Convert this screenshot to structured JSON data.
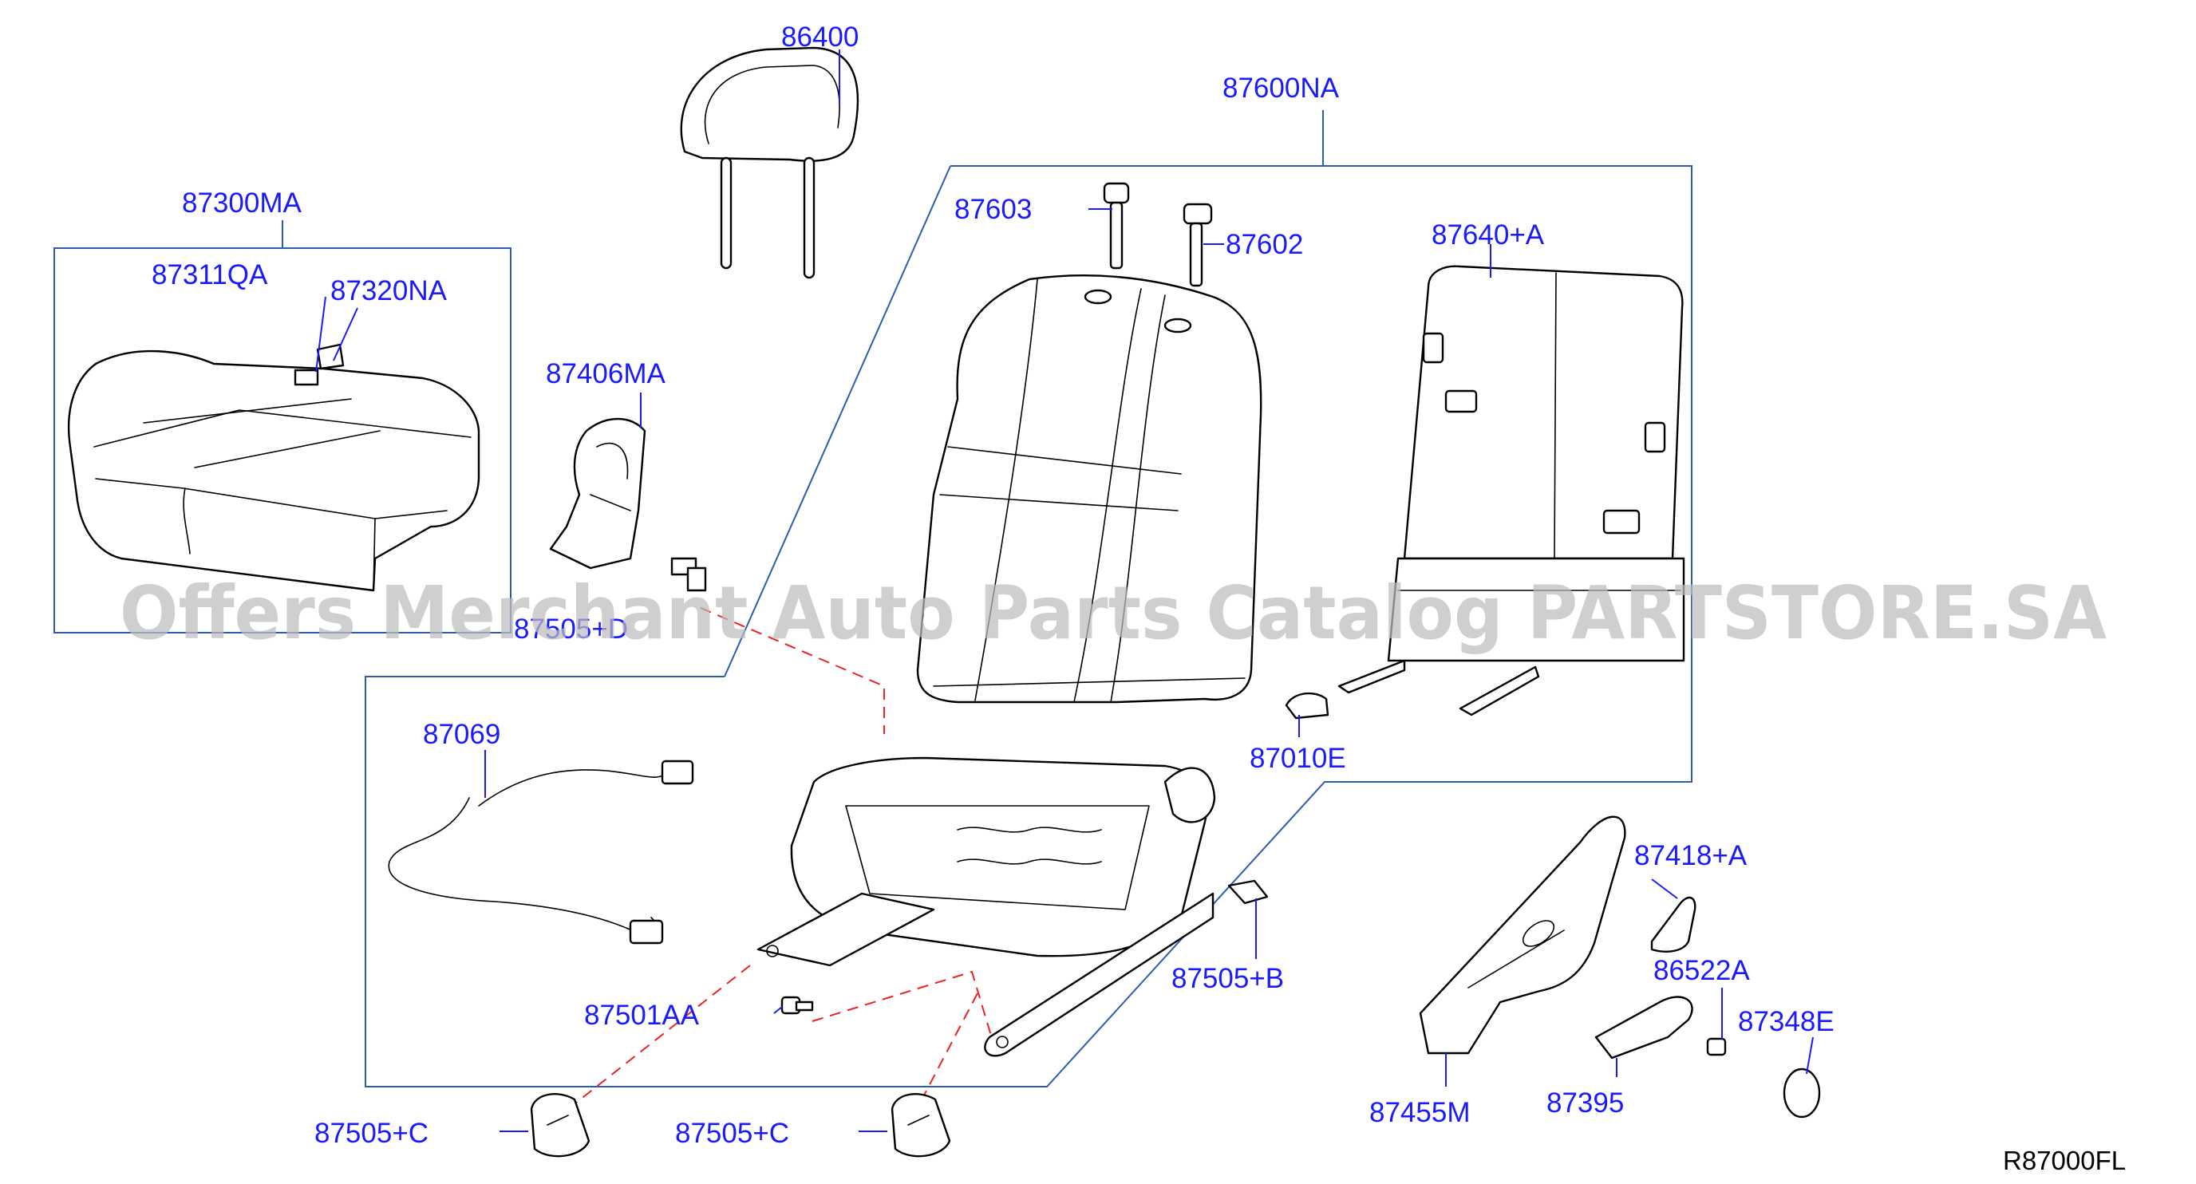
{
  "labels": {
    "p86400": "86400",
    "p87600NA": "87600NA",
    "p87300MA": "87300MA",
    "p87311QA": "87311QA",
    "p87320NA": "87320NA",
    "p87603": "87603",
    "p87602": "87602",
    "p87640A": "87640+A",
    "p87406MA": "87406MA",
    "p87505D": "87505+D",
    "p87069": "87069",
    "p87010E": "87010E",
    "p87418A": "87418+A",
    "p86522A": "86522A",
    "p87348E": "87348E",
    "p87505B": "87505+B",
    "p87501AA": "87501AA",
    "p87455M": "87455M",
    "p87395": "87395",
    "p87505C_left": "87505+C",
    "p87505C_right": "87505+C"
  },
  "drawing_code": "R87000FL",
  "watermark": "Offers Merchant Auto Parts Catalog PARTSTORE.SA",
  "colors": {
    "label_text": "#1a1aff",
    "frame_lines": "#2a5db0",
    "dashed_guides": "#ee2222",
    "watermark": "#bdbdbd"
  }
}
